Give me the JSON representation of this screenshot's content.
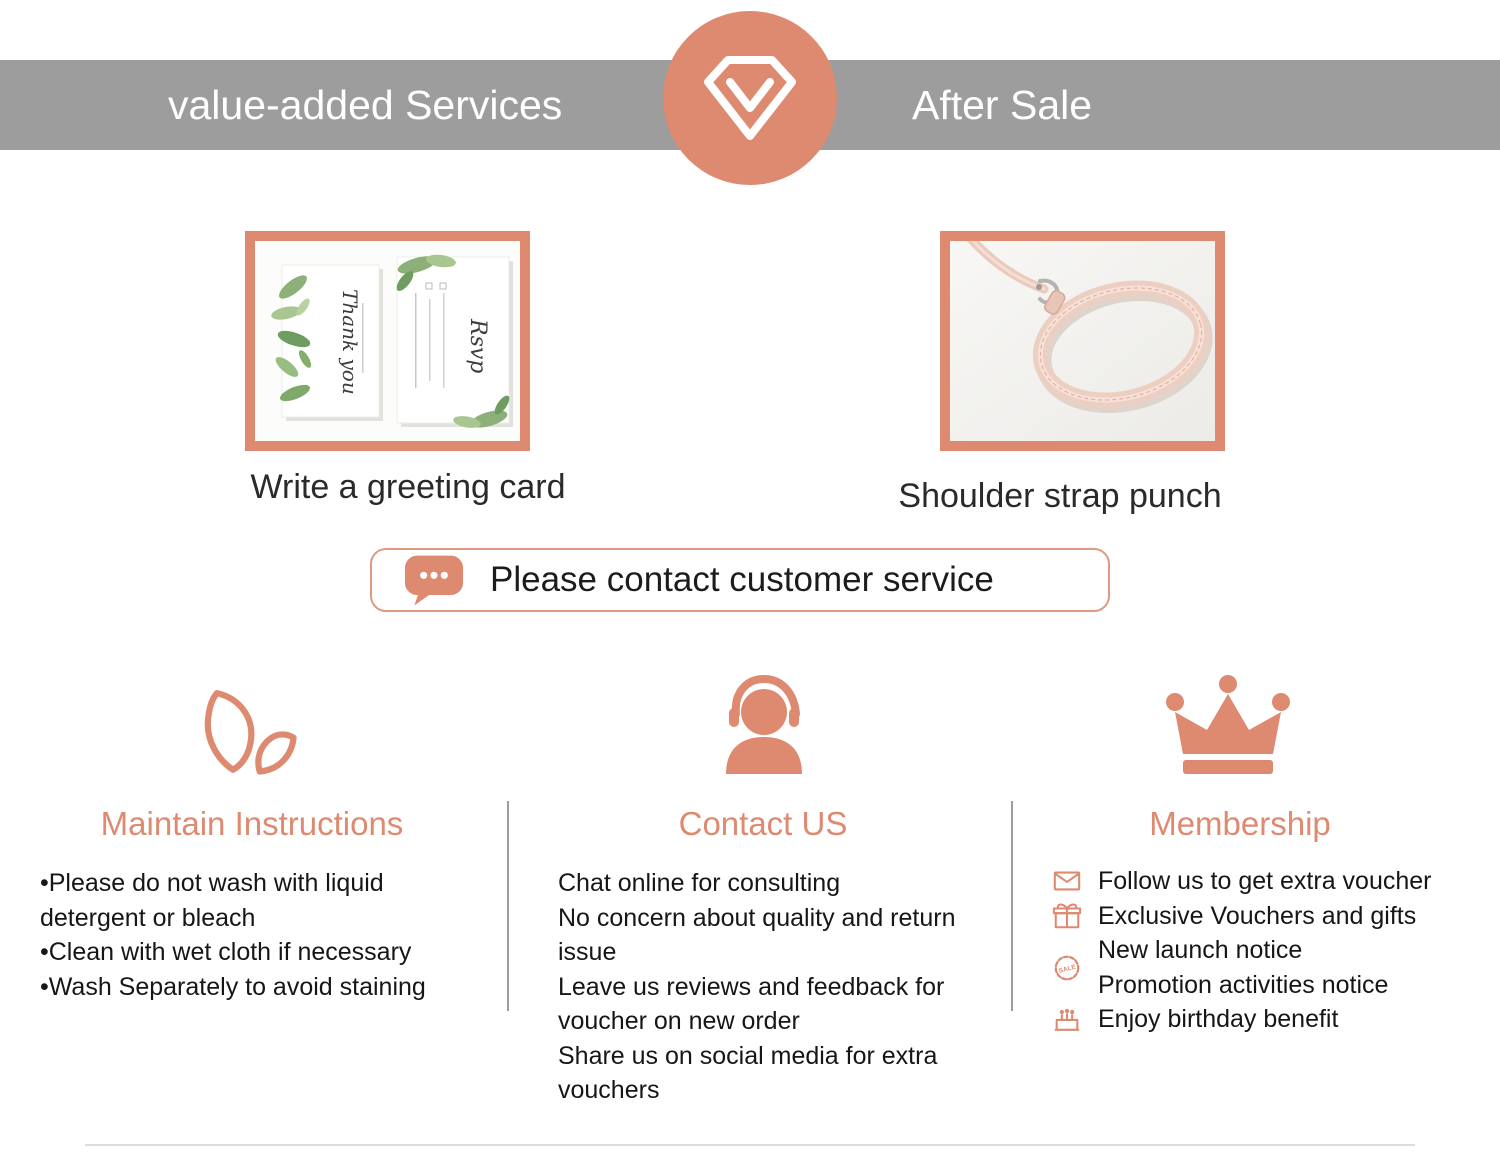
{
  "theme": {
    "accent": "#dd8a70",
    "banner_gray": "#9d9d9d",
    "text_dark": "#1c1c1c",
    "divider_gray": "#9c9c9c"
  },
  "header": {
    "left_title": "value-added Services",
    "right_title": "After Sale",
    "badge_icon": "gem-v-icon"
  },
  "services": [
    {
      "caption": "Write a greeting card",
      "image": "greeting-cards-photo",
      "image_texts": [
        "Thank you",
        "Rsvp"
      ]
    },
    {
      "caption": "Shoulder strap punch",
      "image": "shoulder-strap-photo"
    }
  ],
  "contact_banner": {
    "icon": "chat-bubble-icon",
    "label": "Please contact customer service"
  },
  "columns": [
    {
      "icon": "leaves-icon",
      "title": "Maintain Instructions",
      "paragraphs": [
        "•Please do not wash with liquid detergent or bleach",
        "•Clean with wet cloth if necessary",
        "•Wash Separately to avoid staining"
      ]
    },
    {
      "icon": "customer-support-icon",
      "title": "Contact US",
      "paragraphs": [
        "Chat online for consulting",
        "No concern about quality and return issue",
        "Leave us reviews and feedback for voucher on new order",
        "Share us on social media for extra vouchers"
      ]
    },
    {
      "icon": "crown-icon",
      "title": "Membership",
      "items": [
        {
          "icon": "voucher-icon",
          "lines": [
            "Follow us to get extra voucher"
          ]
        },
        {
          "icon": "gift-icon",
          "lines": [
            "Exclusive Vouchers and gifts"
          ]
        },
        {
          "icon": "sale-badge-icon",
          "icon_text": "SALE",
          "lines": [
            "New launch notice",
            "Promotion activities notice"
          ]
        },
        {
          "icon": "birthday-cake-icon",
          "lines": [
            "Enjoy birthday benefit"
          ]
        }
      ]
    }
  ]
}
